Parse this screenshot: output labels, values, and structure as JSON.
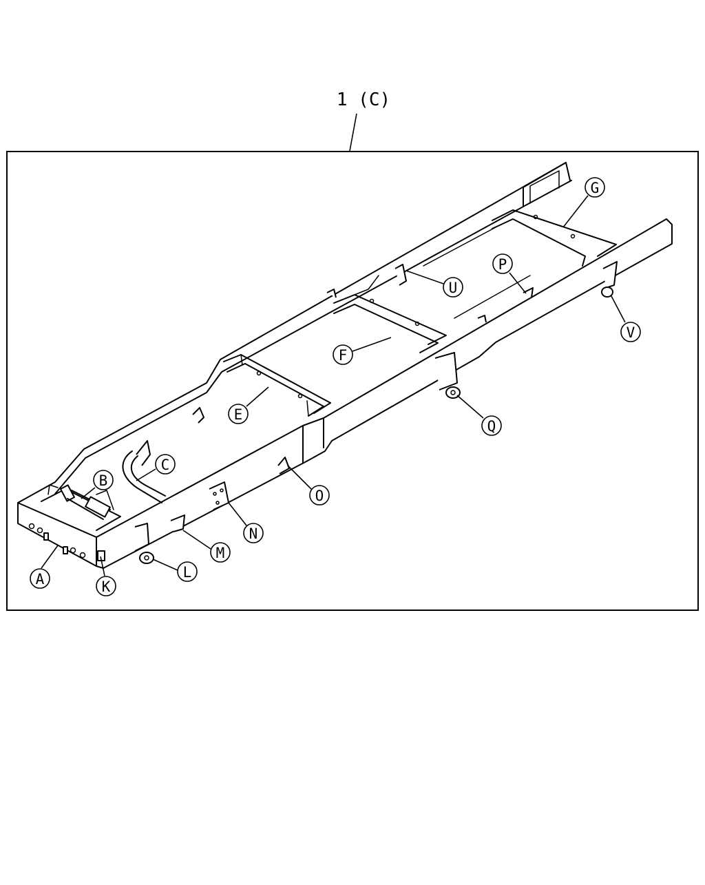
{
  "diagram": {
    "title_label": "1 (C)",
    "callouts": [
      {
        "id": "A",
        "label": "A"
      },
      {
        "id": "B",
        "label": "B"
      },
      {
        "id": "C",
        "label": "C"
      },
      {
        "id": "E",
        "label": "E"
      },
      {
        "id": "F",
        "label": "F"
      },
      {
        "id": "G",
        "label": "G"
      },
      {
        "id": "K",
        "label": "K"
      },
      {
        "id": "L",
        "label": "L"
      },
      {
        "id": "M",
        "label": "M"
      },
      {
        "id": "N",
        "label": "N"
      },
      {
        "id": "O",
        "label": "O"
      },
      {
        "id": "P",
        "label": "P"
      },
      {
        "id": "Q",
        "label": "Q"
      },
      {
        "id": "U",
        "label": "U"
      },
      {
        "id": "V",
        "label": "V"
      }
    ]
  }
}
